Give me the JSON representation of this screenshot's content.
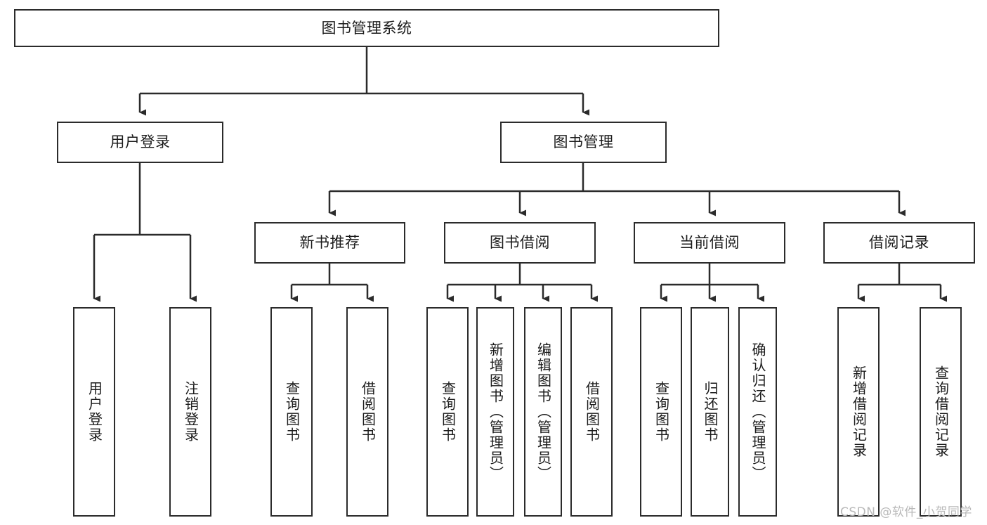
{
  "diagram": {
    "type": "tree",
    "title": "图书管理系统",
    "orientation": "top-down",
    "line_color": "#2b2b2b",
    "box_fill": "#ffffff",
    "text_color": "#1b1b1b",
    "root": {
      "id": "root",
      "label": "图书管理系统"
    },
    "level2": [
      {
        "id": "user-login",
        "label": "用户登录"
      },
      {
        "id": "book-manage",
        "label": "图书管理"
      }
    ],
    "level3": [
      {
        "id": "new-book-recommend",
        "label": "新书推荐",
        "parent": "book-manage"
      },
      {
        "id": "book-borrow",
        "label": "图书借阅",
        "parent": "book-manage"
      },
      {
        "id": "current-borrow",
        "label": "当前借阅",
        "parent": "book-manage"
      },
      {
        "id": "borrow-record",
        "label": "借阅记录",
        "parent": "book-manage"
      }
    ],
    "leaves": {
      "user_login": [
        {
          "id": "leaf-user-login",
          "label": "用户登录"
        },
        {
          "id": "leaf-user-logout",
          "label": "注销登录"
        }
      ],
      "new_book_recommend": [
        {
          "id": "leaf-query-book-1",
          "label": "查询图书"
        },
        {
          "id": "leaf-borrow-book-1",
          "label": "借阅图书"
        }
      ],
      "book_borrow": [
        {
          "id": "leaf-query-book-2",
          "label": "查询图书"
        },
        {
          "id": "leaf-add-book",
          "label": "新增图书（管理员）"
        },
        {
          "id": "leaf-edit-book",
          "label": "编辑图书（管理员）"
        },
        {
          "id": "leaf-borrow-book-2",
          "label": "借阅图书"
        }
      ],
      "current_borrow": [
        {
          "id": "leaf-query-book-3",
          "label": "查询图书"
        },
        {
          "id": "leaf-return-book",
          "label": "归还图书"
        },
        {
          "id": "leaf-confirm-return",
          "label": "确认归还（管理员）"
        }
      ],
      "borrow_record": [
        {
          "id": "leaf-add-record",
          "label": "新增借阅记录"
        },
        {
          "id": "leaf-query-record",
          "label": "查询借阅记录"
        }
      ]
    }
  },
  "watermark": {
    "text": "CSDN @软件_小贺同学"
  }
}
